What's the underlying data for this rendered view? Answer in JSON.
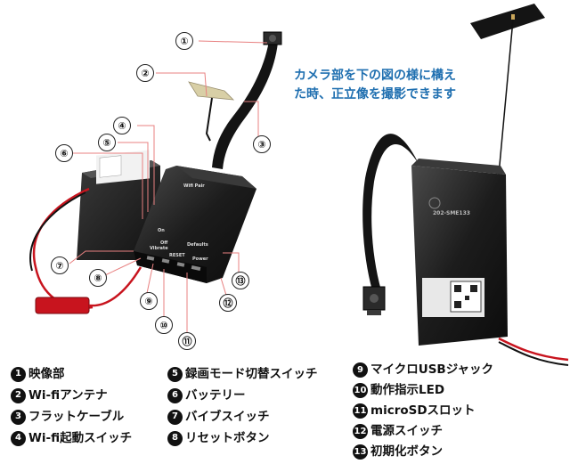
{
  "note": {
    "line1": "カメラ部を下の図の様に構え",
    "line2": "た時、正立像を撮影できます"
  },
  "callouts": [
    "①",
    "②",
    "③",
    "④",
    "⑤",
    "⑥",
    "⑦",
    "⑧",
    "⑨",
    "⑩",
    "⑪",
    "⑫",
    "⑬"
  ],
  "device_labels": {
    "wifi_pair": "Wifi Pair",
    "vibrate": "Vibrate",
    "reset": "RESET",
    "power": "Power",
    "defaults": "Defaults",
    "off": "Off",
    "on": "On",
    "model": "202-SME133"
  },
  "legend": [
    {
      "num": "1",
      "text": "映像部"
    },
    {
      "num": "2",
      "text": "Wi-fiアンテナ"
    },
    {
      "num": "3",
      "text": "フラットケーブル"
    },
    {
      "num": "4",
      "text": "Wi-fi起動スイッチ"
    },
    {
      "num": "5",
      "text": "録画モード切替スイッチ"
    },
    {
      "num": "6",
      "text": "バッテリー"
    },
    {
      "num": "7",
      "text": "バイブスイッチ"
    },
    {
      "num": "8",
      "text": "リセットボタン"
    },
    {
      "num": "9",
      "text": "マイクロUSBジャック"
    },
    {
      "num": "10",
      "text": "動作指示LED"
    },
    {
      "num": "11",
      "text": "microSDスロット"
    },
    {
      "num": "12",
      "text": "電源スイッチ"
    },
    {
      "num": "13",
      "text": "初期化ボタン"
    }
  ],
  "colors": {
    "note_text": "#1f6fb0",
    "leader_line": "#e88080",
    "device_body": "#1e1e1e",
    "cable_red": "#c8141e"
  }
}
